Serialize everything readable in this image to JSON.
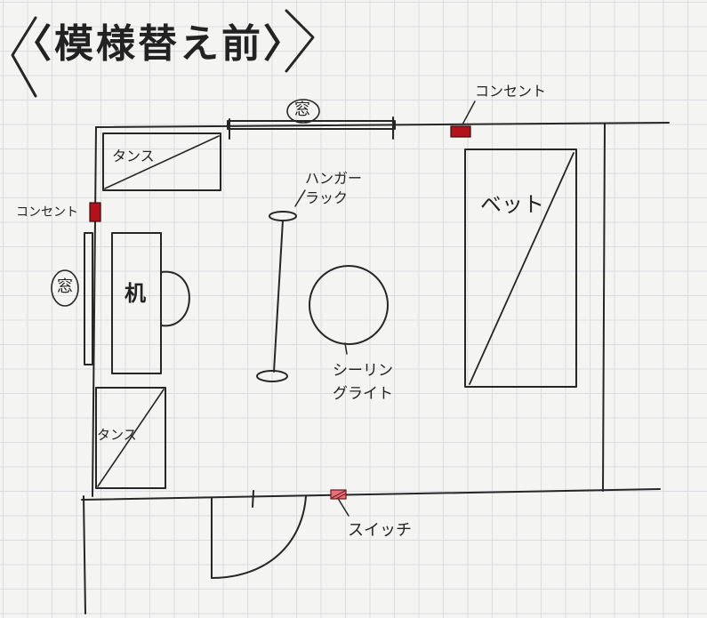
{
  "title": "〈模様替え前〉",
  "labels": {
    "tansu_top": "タンス",
    "tansu_bottom": "タンス",
    "outlet_top": "コンセント",
    "outlet_left": "コンセント",
    "window_top": "窓",
    "window_left": "窓",
    "hanger_rack": "ハンガーラック",
    "desk": "机",
    "bed": "ベット",
    "ceiling_light": "シーリングライト",
    "switch": "スイッチ"
  },
  "colors": {
    "ink": "#262626",
    "outlet": "#b3121a",
    "switch": "#e8707a"
  }
}
